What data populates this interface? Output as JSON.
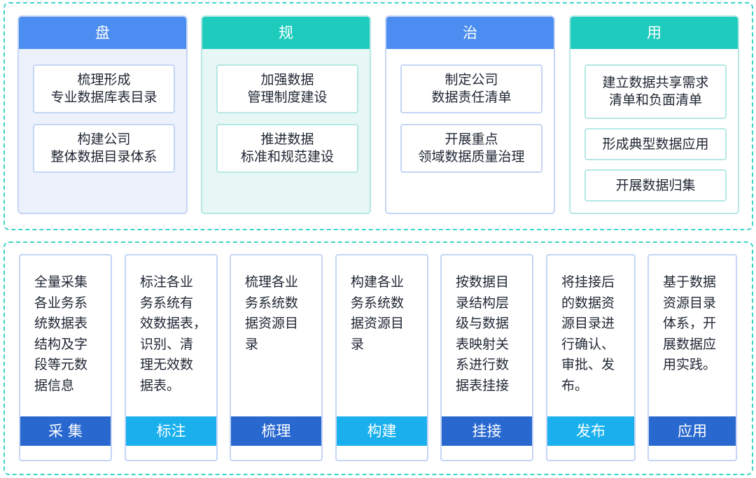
{
  "pillars": [
    {
      "title": "盘",
      "items": [
        "梳理形成\n专业数据库表目录",
        "构建公司\n整体数据目录体系"
      ]
    },
    {
      "title": "规",
      "items": [
        "加强数据\n管理制度建设",
        "推进数据\n标准和规范建设"
      ]
    },
    {
      "title": "治",
      "items": [
        "制定公司\n数据责任清单",
        "开展重点\n领域数据质量治理"
      ]
    },
    {
      "title": "用",
      "items": [
        "建立数据共享需求\n清单和负面清单",
        "形成典型数据应用",
        "开展数据归集"
      ]
    }
  ],
  "steps": [
    {
      "label": "采 集",
      "text": "全量采集\n各业务系\n统数据表\n结构及字\n段等元数\n据信息"
    },
    {
      "label": "标注",
      "text": "标注各业\n务系统有\n效数据表，\n识别、清\n理无效数\n据表。"
    },
    {
      "label": "梳理",
      "text": "梳理各业\n务系统数\n据资源目\n录"
    },
    {
      "label": "构建",
      "text": "构建各业\n务系统数\n据资源目\n录"
    },
    {
      "label": "挂接",
      "text": "按数据目\n录结构层\n级与数据\n表映射关\n系进行数\n据表挂接"
    },
    {
      "label": "发布",
      "text": "将挂接后\n的数据资\n源目录进\n行确认、\n审批、发\n布。"
    },
    {
      "label": "应用",
      "text": "基于数据\n资源目录\n体系，开\n展数据应\n用实践。"
    }
  ],
  "colors": {
    "blue_header": "#4b8df0",
    "teal_header": "#1fcbbd",
    "dark_footer": "#2868cf",
    "light_footer": "#1ab0ee",
    "dashed_border": "#3dd5c8"
  }
}
